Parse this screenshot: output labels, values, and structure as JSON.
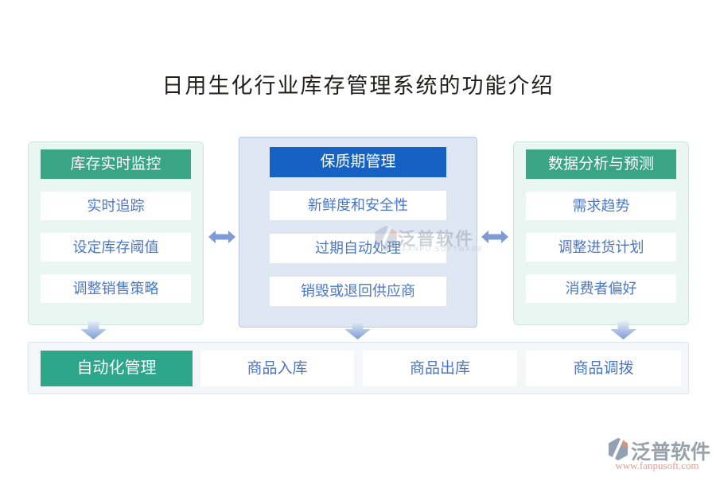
{
  "title": "日用生化行业库存管理系统的功能介绍",
  "columns": [
    {
      "header": "库存实时监控",
      "theme": "green",
      "items": [
        "实时追踪",
        "设定库存阈值",
        "调整销售策略"
      ]
    },
    {
      "header": "保质期管理",
      "theme": "blue",
      "items": [
        "新鲜度和安全性",
        "过期自动处理",
        "销毁或退回供应商"
      ]
    },
    {
      "header": "数据分析与预测",
      "theme": "green",
      "items": [
        "需求趋势",
        "调整进货计划",
        "消费者偏好"
      ]
    }
  ],
  "bottom_bar": {
    "primary": "自动化管理",
    "cells": [
      "商品入库",
      "商品出库",
      "商品调拨"
    ]
  },
  "watermarks": {
    "center": {
      "brand": "泛普软件",
      "sub": "FANPU SOFTWARE"
    },
    "corner": {
      "brand": "泛普软件",
      "url": "www.fanpusoft.com"
    }
  },
  "icons": {
    "double_arrow": "left-right-arrow",
    "down_arrow": "down-arrow",
    "logo": "fanpu-logo-mark"
  },
  "colors": {
    "header_green": "#3aa585",
    "header_blue": "#1561c4",
    "item_text_blue": "#4a77c8",
    "panel_green_bg": "#eaf6f1",
    "panel_blue_bg": "#dee7f3",
    "arrow_blue": "#7f9bd4",
    "button_green": "#2ca78a",
    "bottom_bar_bg": "#f4f6f9",
    "watermark_gray": "#99a1ab",
    "watermark_url_red": "#df9d94",
    "title_text": "#211d1d"
  }
}
